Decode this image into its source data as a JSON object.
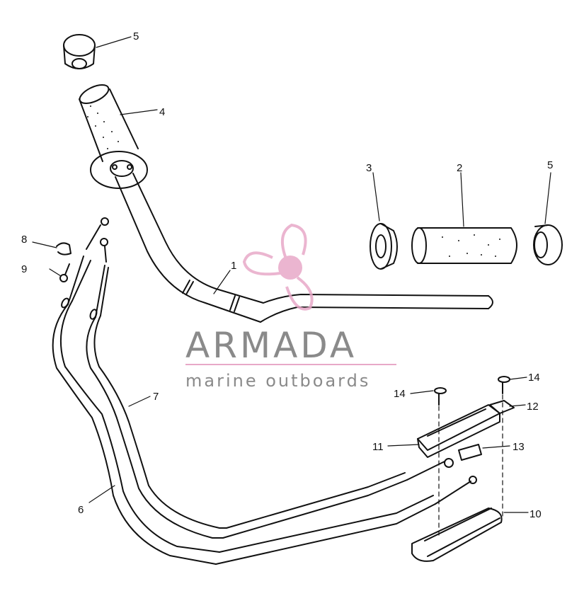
{
  "callouts": {
    "c1": "1",
    "c2": "2",
    "c3": "3",
    "c4": "4",
    "c5a": "5",
    "c5b": "5",
    "c6": "6",
    "c7": "7",
    "c8": "8",
    "c9": "9",
    "c10": "10",
    "c11": "11",
    "c12": "12",
    "c13": "13",
    "c14a": "14",
    "c14b": "14"
  },
  "watermark": {
    "brand": "ARMADA",
    "tagline": "marine outboards",
    "logo": "propeller-logo",
    "colors": {
      "logo": "#e8a9c8",
      "text": "#8a8a8a",
      "rule": "#e8a9c8"
    }
  },
  "line_color": "#111111"
}
